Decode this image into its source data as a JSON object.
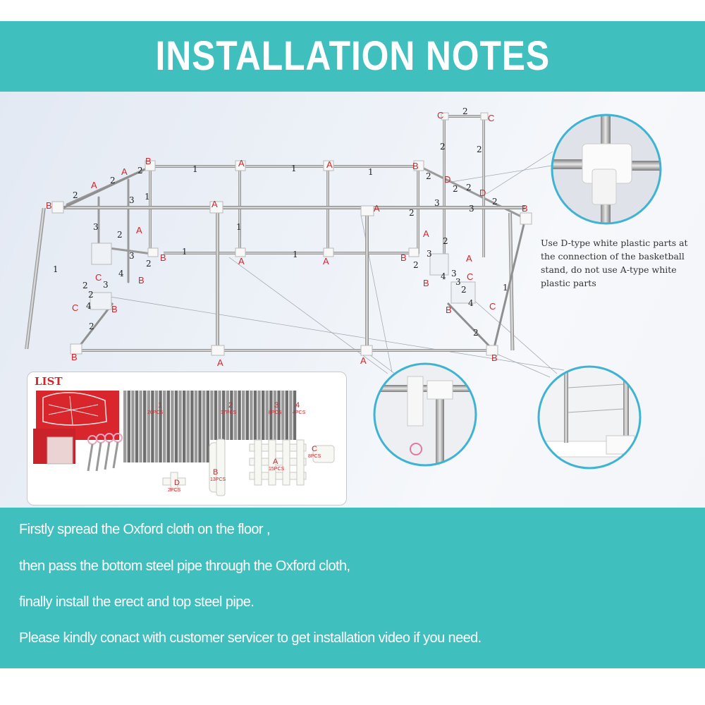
{
  "header": {
    "title": "INSTALLATION NOTES"
  },
  "diagram": {
    "note": "Use D-type white plastic parts at the connection of the basketball stand, do not use A-type white plastic parts",
    "letters": [
      "A",
      "B",
      "C",
      "D"
    ],
    "pipe_numbers": [
      "1",
      "2",
      "3",
      "4"
    ]
  },
  "parts_list": {
    "title": "LIST",
    "items": [
      {
        "id": "1",
        "qty": "20PCS"
      },
      {
        "id": "2",
        "qty": "17PCS"
      },
      {
        "id": "3",
        "qty": "8PCS"
      },
      {
        "id": "4",
        "qty": "4PCS"
      },
      {
        "id": "A",
        "qty": "15PCS"
      },
      {
        "id": "B",
        "qty": "13PCS"
      },
      {
        "id": "C",
        "qty": "8PCS"
      },
      {
        "id": "D",
        "qty": "2PCS"
      }
    ]
  },
  "instructions": [
    "Firstly spread the Oxford cloth on the floor ,",
    "then pass the bottom steel pipe through the Oxford cloth,",
    "finally install the erect and top steel pipe.",
    "Please kindly conact with customer servicer to get installation video if you need."
  ],
  "colors": {
    "teal": "#3fbfbd",
    "label_red": "#d6252a"
  }
}
